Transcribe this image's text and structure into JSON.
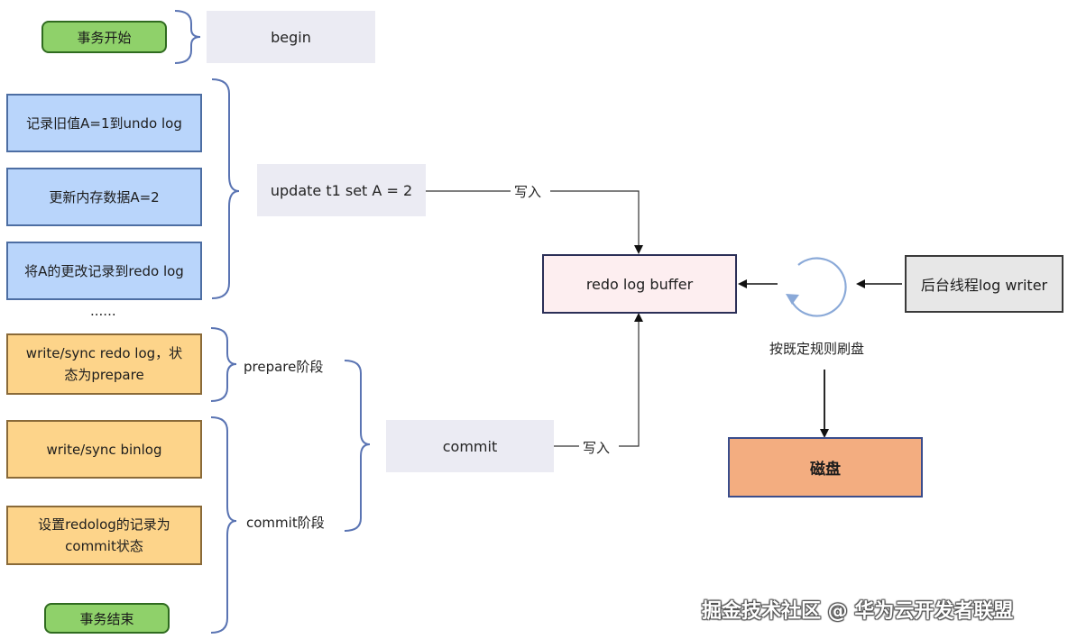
{
  "transaction": {
    "start": "事务开始",
    "end": "事务结束",
    "begin": "begin",
    "ellipsis": "......"
  },
  "update_steps": {
    "steps": [
      "记录旧值A=1到undo log",
      "更新内存数据A=2",
      "将A的更改记录到redo log"
    ],
    "statement": "update t1 set A = 2"
  },
  "commit_steps": {
    "prepare_step_line1": "write/sync redo log，状",
    "prepare_step_line2": "态为prepare",
    "binlog_step": "write/sync binlog",
    "commit_step_line1": "设置redolog的记录为",
    "commit_step_line2": "commit状态",
    "prepare_phase": "prepare阶段",
    "commit_phase": "commit阶段",
    "commit": "commit"
  },
  "flow": {
    "write_label_1": "写入",
    "write_label_2": "写入",
    "redo_log_buffer": "redo log buffer",
    "background_writer": "后台线程log writer",
    "flush_rule": "按既定规则刷盘",
    "disk": "磁盘"
  },
  "watermark": "掘金技术社区 @ 华为云开发者联盟",
  "colors": {
    "green": "#8fd16a",
    "blue": "#b9d5fb",
    "orange": "#fdd48a",
    "buffer": "#fdeef0",
    "disk": "#f3ad80",
    "brace": "#4d6ea3"
  }
}
